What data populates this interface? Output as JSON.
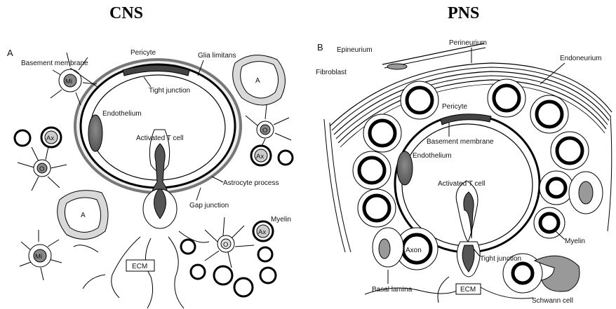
{
  "headings": {
    "left": "CNS",
    "right": "PNS"
  },
  "cns": {
    "panel": "A",
    "labels": {
      "basement_membrane": "Basement membrane",
      "pericyte": "Pericyte",
      "glia_limitans": "Glia limitans",
      "tight_junction": "Tight junction",
      "endothelium": "Endothelium",
      "activated_t_cell": "Activated T cell",
      "astrocyte_process": "Astrocyte process",
      "gap_junction": "Gap junction",
      "myelin": "Myelin",
      "ecm": "ECM"
    },
    "cell_tags": {
      "microglia": "Mi",
      "axon": "Ax",
      "oligodendrocyte": "O",
      "astrocyte": "A"
    }
  },
  "pns": {
    "panel": "B",
    "labels": {
      "epineurium": "Epineurium",
      "perineurium": "Perineurium",
      "endoneurium": "Endoneurium",
      "fibroblast": "Fibroblast",
      "pericyte": "Pericyte",
      "basement_membrane": "Basement membrane",
      "endothelium": "Endothelium",
      "activated_t_cell": "Activated T cell",
      "axon": "Axon",
      "tight_junction": "Tight junction",
      "myelin": "Myelin",
      "basal_lamina": "Basal lamina",
      "ecm": "ECM",
      "schwann_cell": "Schwann cell"
    }
  },
  "colors": {
    "nucleus": "#6b6b6b",
    "membrane": "#000000",
    "astrocyte_fill": "#d9d9d9",
    "axon_fill": "#cfcfcf"
  }
}
